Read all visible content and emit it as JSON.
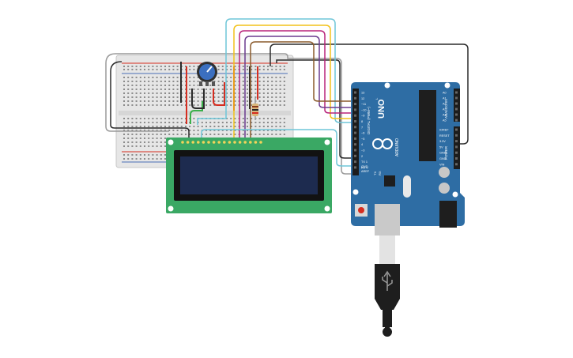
{
  "colors": {
    "breadboard": "#e6e6e6",
    "breadboard_border": "#c8c8c8",
    "rail_red": "#d62d20",
    "rail_blue": "#4a6fb5",
    "arduino": "#2e6da4",
    "arduino_dark": "#1f4f7c",
    "lcd_pcb": "#3aa864",
    "lcd_screen": "#1d2b4f",
    "wire_gray": "#8a8a8a",
    "wire_black": "#2b2b2b",
    "wire_red": "#d62d20",
    "wire_green": "#3bb04a",
    "wire_cyan": "#6fc6d8",
    "wire_yellow": "#f2c21b",
    "wire_magenta": "#b8237a",
    "wire_purple": "#6b3c8f",
    "wire_brown": "#8a5a2b"
  },
  "arduino": {
    "model": "UNO",
    "brand": "ARDUINO",
    "digital_label": "DIGITAL (PWM~)",
    "power_label": "POWER",
    "analog_label": "ANALOG IN",
    "tx": "TX",
    "rx": "RX",
    "l": "L",
    "aref": "AREF",
    "gnd": "GND",
    "digital_pins": [
      "13",
      "12",
      "~11",
      "~10",
      "~9",
      "8",
      "7",
      "~6",
      "~5",
      "4",
      "~3",
      "2",
      "TX 1",
      "RX 0"
    ],
    "power_pins": [
      "IOREF",
      "RESET",
      "3.3V",
      "5V",
      "GND",
      "GND",
      "VIN"
    ],
    "analog_pins": [
      "A0",
      "A1",
      "A2",
      "A3",
      "A4",
      "A5"
    ]
  },
  "icons": {
    "usb": "usb-icon",
    "potentiometer": "potentiometer-icon",
    "resistor": "resistor-icon",
    "arduino_logo": "infinity-logo-icon"
  }
}
